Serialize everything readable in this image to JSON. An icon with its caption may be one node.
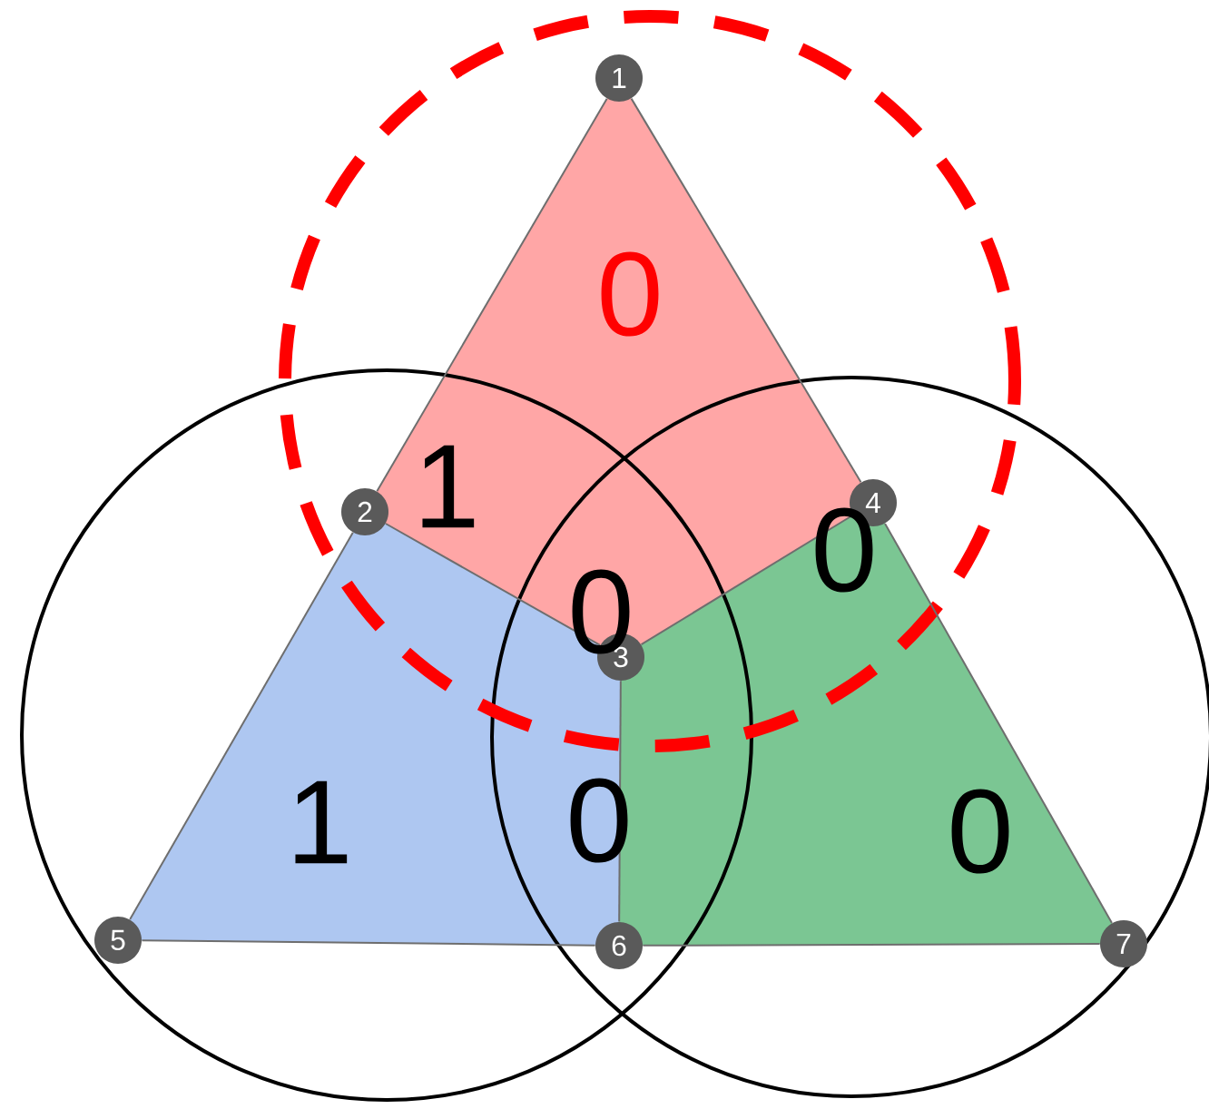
{
  "diagram": {
    "nodes": [
      {
        "text": [
          "1"
        ]
      },
      {
        "text": [
          "2"
        ]
      },
      {
        "text": [
          "3"
        ]
      },
      {
        "text": [
          "4"
        ]
      },
      {
        "text": [
          "5"
        ]
      },
      {
        "text": [
          "6"
        ]
      },
      {
        "text": [
          "7"
        ]
      }
    ],
    "edges": [
      {
        "from": 0,
        "to": 1,
        "arrow": "none"
      },
      {
        "from": 1,
        "to": 4,
        "arrow": "none"
      },
      {
        "from": 4,
        "to": 5,
        "arrow": "none"
      },
      {
        "from": 5,
        "to": 6,
        "arrow": "none"
      },
      {
        "from": 6,
        "to": 3,
        "arrow": "none"
      },
      {
        "from": 3,
        "to": 0,
        "arrow": "none"
      },
      {
        "from": 1,
        "to": 2,
        "arrow": "none"
      },
      {
        "from": 2,
        "to": 3,
        "arrow": "none"
      },
      {
        "from": 2,
        "to": 5,
        "arrow": "none"
      }
    ],
    "labels": [
      "0",
      "1",
      "0",
      "0",
      "1",
      "0",
      "0"
    ]
  }
}
